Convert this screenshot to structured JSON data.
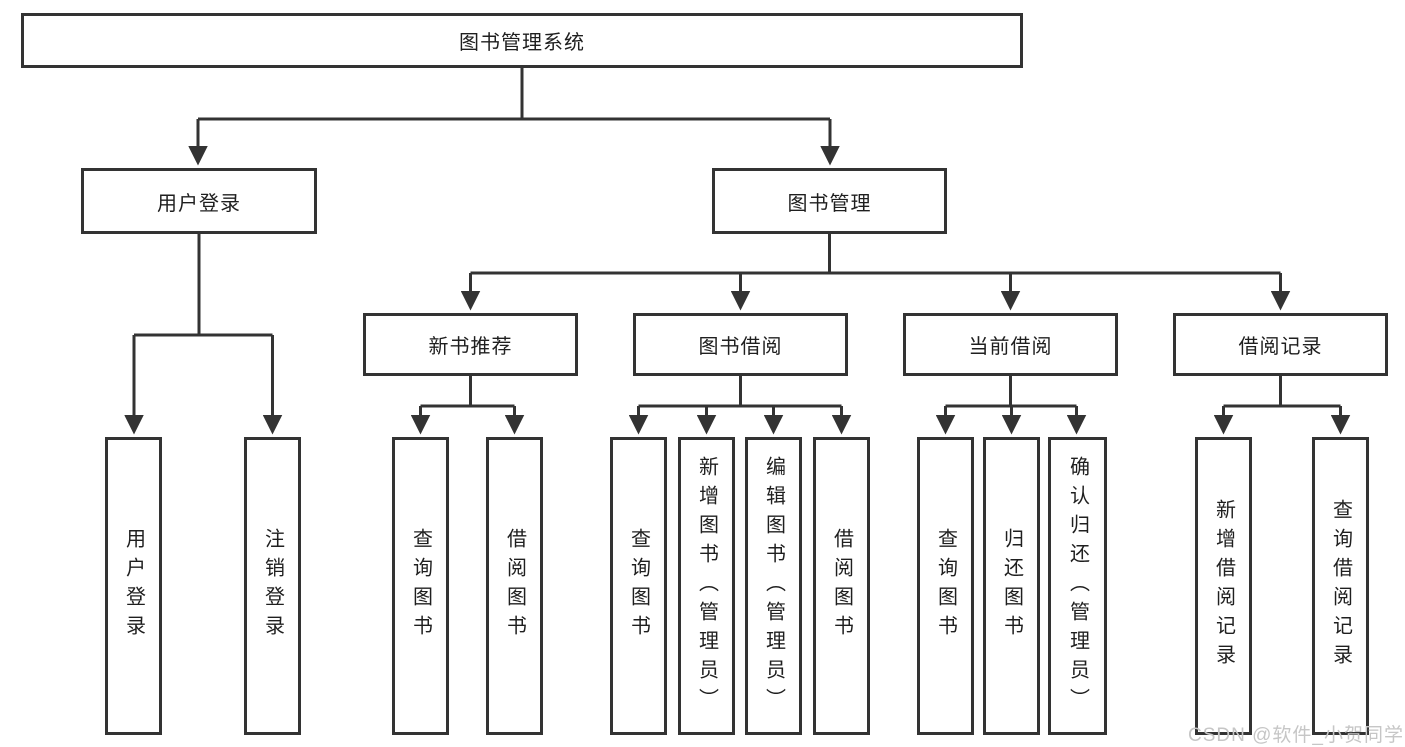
{
  "diagram": {
    "type": "tree-structure-chart",
    "tree": {
      "label": "图书管理系统",
      "children": [
        {
          "label": "用户登录",
          "children": [
            {
              "label": "用户登录"
            },
            {
              "label": "注销登录"
            }
          ]
        },
        {
          "label": "图书管理",
          "children": [
            {
              "label": "新书推荐",
              "children": [
                {
                  "label": "查询图书"
                },
                {
                  "label": "借阅图书"
                }
              ]
            },
            {
              "label": "图书借阅",
              "children": [
                {
                  "label": "查询图书"
                },
                {
                  "label": "新增图书（管理员）"
                },
                {
                  "label": "编辑图书（管理员）"
                },
                {
                  "label": "借阅图书"
                }
              ]
            },
            {
              "label": "当前借阅",
              "children": [
                {
                  "label": "查询图书"
                },
                {
                  "label": "归还图书"
                },
                {
                  "label": "确认归还（管理员）"
                }
              ]
            },
            {
              "label": "借阅记录",
              "children": [
                {
                  "label": "新增借阅记录"
                },
                {
                  "label": "查询借阅记录"
                }
              ]
            }
          ]
        }
      ]
    },
    "colors": {
      "line": "#333333",
      "text": "#1f1f1f",
      "background": "#ffffff",
      "watermark": "#c6c6c6"
    }
  },
  "watermark": {
    "text": "CSDN @软件_小贺同学"
  }
}
